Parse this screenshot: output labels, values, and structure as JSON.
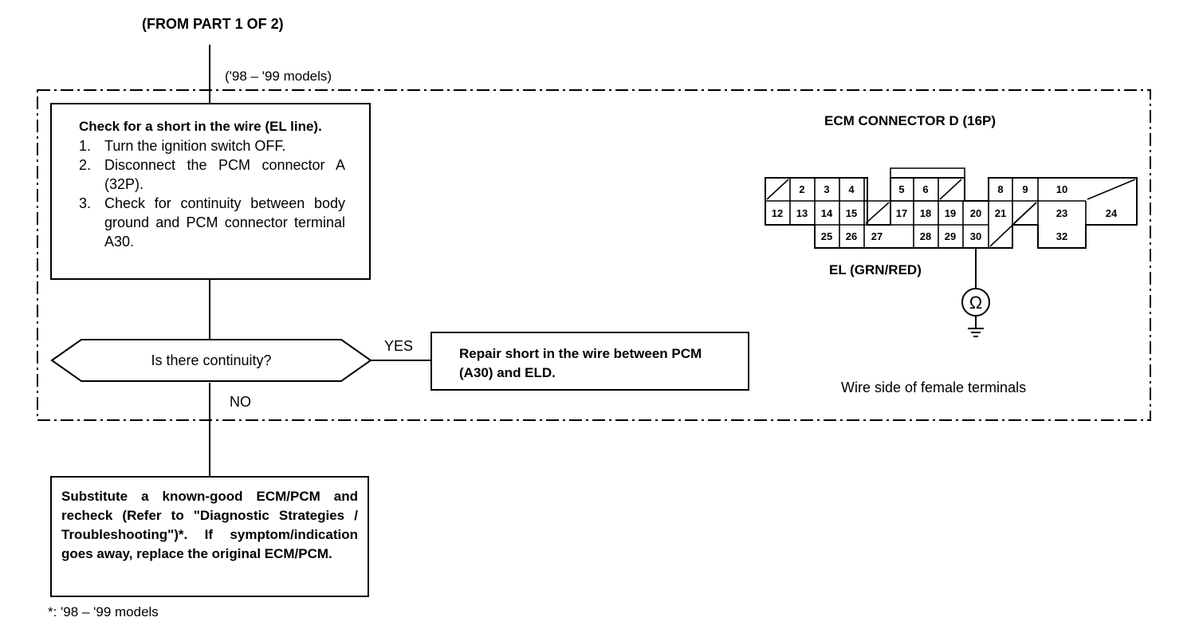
{
  "header": {
    "from_part": "(FROM PART 1 OF 2)"
  },
  "branch_label": "('98 – '99 models)",
  "check_box": {
    "title": "Check for a short in the wire (EL line).",
    "steps": [
      {
        "num": "1.",
        "text": "Turn the ignition switch OFF."
      },
      {
        "num": "2.",
        "text": "Disconnect the PCM connector A (32P)."
      },
      {
        "num": "3.",
        "text": "Check for continuity between body ground and PCM connector terminal A30."
      }
    ]
  },
  "decision": {
    "question": "Is there continuity?",
    "yes_label": "YES",
    "no_label": "NO"
  },
  "repair_box": {
    "text": "Repair short in the wire between PCM (A30) and ELD."
  },
  "connector": {
    "title": "ECM CONNECTOR D (16P)",
    "terminals": {
      "t2": "2",
      "t3": "3",
      "t4": "4",
      "t5": "5",
      "t6": "6",
      "t8": "8",
      "t9": "9",
      "t10": "10",
      "t12": "12",
      "t13": "13",
      "t14": "14",
      "t15": "15",
      "t17": "17",
      "t18": "18",
      "t19": "19",
      "t20": "20",
      "t21": "21",
      "t23": "23",
      "t24": "24",
      "t25": "25",
      "t26": "26",
      "t27": "27",
      "t28": "28",
      "t29": "29",
      "t30": "30",
      "t32": "32"
    },
    "wire_label": "EL (GRN/RED)",
    "ohm_symbol": "Ω",
    "caption": "Wire side of female terminals"
  },
  "substitute_box": {
    "text": "Substitute a known-good ECM/PCM and recheck (Refer to \"Diagnostic Strategies / Troubleshooting\")*. If symptom/indication goes away, replace the original ECM/PCM."
  },
  "footnote": "*: '98 – '99 models"
}
